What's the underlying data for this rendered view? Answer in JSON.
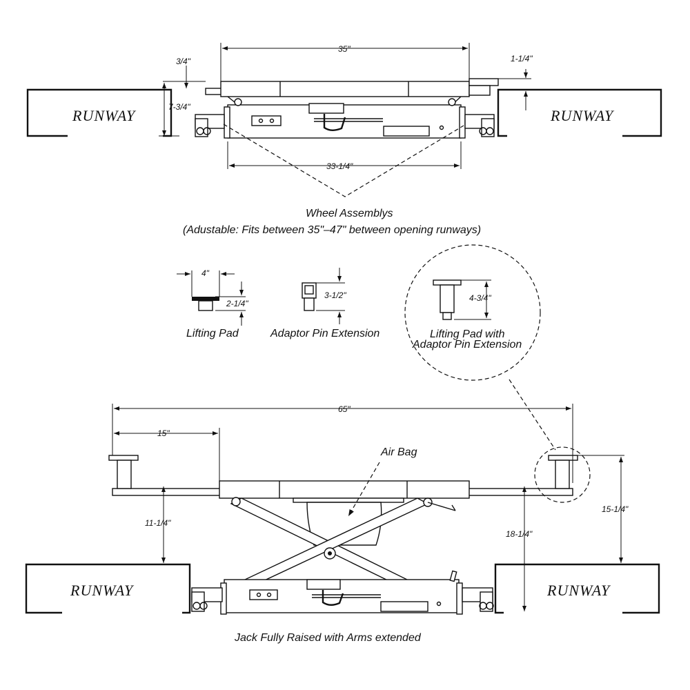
{
  "top_view": {
    "dim_width": "35\"",
    "dim_left_step": "3/4\"",
    "dim_right_step": "1-1/4\"",
    "dim_height": "7-3/4\"",
    "dim_base": "33-1/4\"",
    "runway_left": "RUNWAY",
    "runway_right": "RUNWAY",
    "caption_title": "Wheel Assemblys",
    "caption_note": "(Adustable: Fits between 35\"–47\" between opening runways)"
  },
  "parts": {
    "lifting_pad": {
      "label": "Lifting Pad",
      "dim_width": "4\"",
      "dim_height": "2-1/4\""
    },
    "adaptor_pin": {
      "label": "Adaptor Pin Extension",
      "dim_height": "3-1/2\""
    },
    "combined": {
      "label_line1": "Lifting Pad with",
      "label_line2": "Adaptor Pin Extension",
      "dim_height": "4-3/4\""
    }
  },
  "raised_view": {
    "dim_total": "65\"",
    "dim_arm": "15\"",
    "air_bag_label": "Air Bag",
    "dim_left_height": "11-1/4\"",
    "dim_center_height": "18-1/4\"",
    "dim_right_height": "15-1/4\"",
    "runway_left": "RUNWAY",
    "runway_right": "RUNWAY",
    "caption": "Jack Fully Raised with Arms extended"
  }
}
